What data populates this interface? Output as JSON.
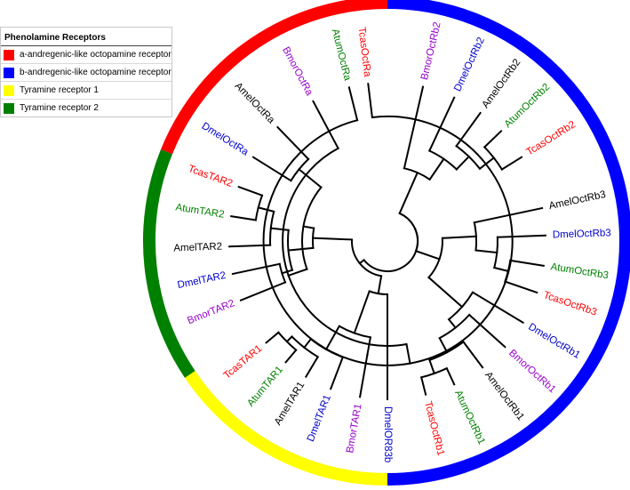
{
  "legend": {
    "title": "Phenolamine Receptors",
    "items": [
      {
        "label": "a-andregenic-like octopamine receptor",
        "color": "#ff0000"
      },
      {
        "label": "b-andregenic-like octopamine receptor",
        "color": "#0000ff"
      },
      {
        "label": "Tyramine receptor 1",
        "color": "#ffff00"
      },
      {
        "label": "Tyramine receptor 2",
        "color": "#008000"
      }
    ]
  },
  "arcs": [
    {
      "group": "a-andregenic-like octopamine receptor",
      "color": "#ff0000"
    },
    {
      "group": "b-andregenic-like octopamine receptor",
      "color": "#0000ff"
    },
    {
      "group": "Tyramine receptor 1",
      "color": "#ffff00"
    },
    {
      "group": "Tyramine receptor 2",
      "color": "#008000"
    }
  ],
  "leaves": [
    {
      "label": "TcasOctRa",
      "color": "#ff0000"
    },
    {
      "label": "BmorOctRb2",
      "color": "#9900cc"
    },
    {
      "label": "DmelOctRb2",
      "color": "#0000cc"
    },
    {
      "label": "AmelOctRb2",
      "color": "#000000"
    },
    {
      "label": "AtumOctRb2",
      "color": "#008000"
    },
    {
      "label": "TcasOctRb2",
      "color": "#ff0000"
    },
    {
      "label": "AmelOctRb3",
      "color": "#000000"
    },
    {
      "label": "DmelOctRb3",
      "color": "#0000cc"
    },
    {
      "label": "AtumOctRb3",
      "color": "#008000"
    },
    {
      "label": "TcasOctRb3",
      "color": "#ff0000"
    },
    {
      "label": "DmelOctRb1",
      "color": "#0000cc"
    },
    {
      "label": "BmorOctRb1",
      "color": "#9900cc"
    },
    {
      "label": "AmelOctRb1",
      "color": "#000000"
    },
    {
      "label": "AtumOctRb1",
      "color": "#008000"
    },
    {
      "label": "TcasOctRb1",
      "color": "#ff0000"
    },
    {
      "label": "DmelOR83b",
      "color": "#0000cc"
    },
    {
      "label": "BmorTAR1",
      "color": "#9900cc"
    },
    {
      "label": "DmelTAR1",
      "color": "#0000cc"
    },
    {
      "label": "AmelTAR1",
      "color": "#000000"
    },
    {
      "label": "AtumTAR1",
      "color": "#008000"
    },
    {
      "label": "TcasTAR1",
      "color": "#ff0000"
    },
    {
      "label": "BmorTAR2",
      "color": "#9900cc"
    },
    {
      "label": "DmelTAR2",
      "color": "#0000cc"
    },
    {
      "label": "AmelTAR2",
      "color": "#000000"
    },
    {
      "label": "AtumTAR2",
      "color": "#008000"
    },
    {
      "label": "TcasTAR2",
      "color": "#ff0000"
    },
    {
      "label": "DmelOctRa",
      "color": "#0000cc"
    },
    {
      "label": "AmelOctRa",
      "color": "#000000"
    },
    {
      "label": "BmorOctRa",
      "color": "#9900cc"
    },
    {
      "label": "AtumOctRa",
      "color": "#008000"
    }
  ]
}
